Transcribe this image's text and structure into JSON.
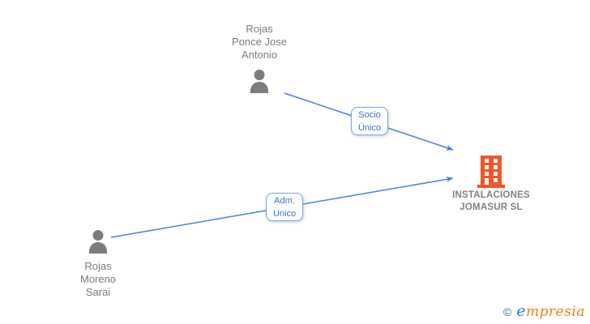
{
  "diagram": {
    "background": "#ffffff",
    "nodes": {
      "shareholder": {
        "name": "Rojas\nPonce Jose\nAntonio",
        "icon": "person-icon"
      },
      "administrator": {
        "name": "Rojas\nMoreno\nSarai",
        "icon": "person-icon"
      },
      "company": {
        "name": "INSTALACIONES\nJOMASUR SL",
        "icon": "building-icon"
      }
    },
    "edges": {
      "socio_unico": {
        "label": "Socio\nÚnico",
        "from": "shareholder",
        "to": "company"
      },
      "adm_unico": {
        "label": "Adm.\nUnico",
        "from": "administrator",
        "to": "company"
      }
    },
    "colors": {
      "edge_blue": "#4a80e2",
      "edge_label_text": "#3b6fd0",
      "edge_label_border": "#7ba3e8",
      "person_icon_gray": "#7d7d7d",
      "person_name_gray": "#7b7b7b",
      "company_name_gray": "#808080",
      "building_orange": "#f4552a",
      "brand_copyright_teal": "#2e7d8c",
      "brand_e_blue": "#1a86c8",
      "brand_rest_orange": "#ef7d1e"
    }
  },
  "footer": {
    "copyright_symbol": "©",
    "brand_first_letter": "e",
    "brand_rest": "mpresia"
  }
}
